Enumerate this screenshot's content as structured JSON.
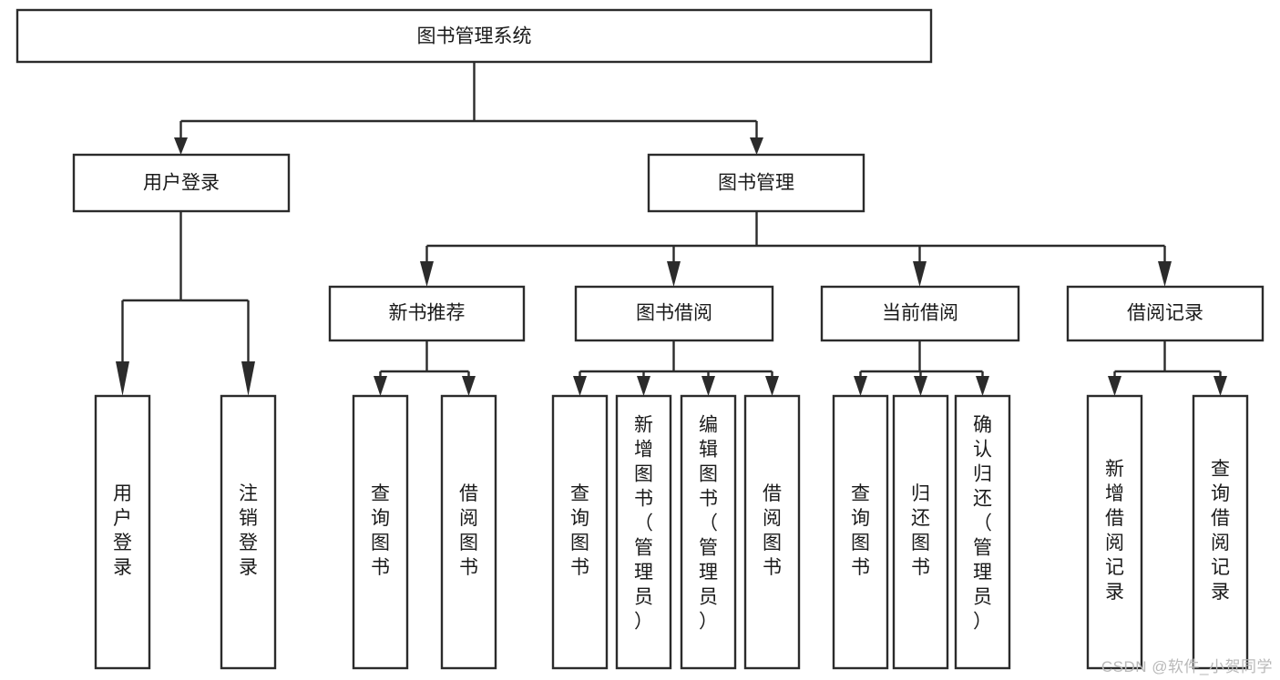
{
  "diagram": {
    "type": "hierarchy-tree",
    "title": "图书管理系统",
    "orientation": "top-down",
    "watermark": "CSDN @软件_小贺同学",
    "colors": {
      "box_stroke": "#2b2b2b",
      "box_fill": "#ffffff",
      "text": "#1a1a1a",
      "connector": "#2b2b2b",
      "watermark": "#b9b9b9",
      "background": "#ffffff"
    },
    "root": {
      "label": "图书管理系统"
    },
    "level2": [
      {
        "label": "用户登录"
      },
      {
        "label": "图书管理"
      }
    ],
    "level3": [
      {
        "label": "新书推荐"
      },
      {
        "label": "图书借阅"
      },
      {
        "label": "当前借阅"
      },
      {
        "label": "借阅记录"
      }
    ],
    "leaves": {
      "user_login": [
        {
          "label": "用户登录"
        },
        {
          "label": "注销登录"
        }
      ],
      "new_book_recommend": [
        {
          "label": "查询图书"
        },
        {
          "label": "借阅图书"
        }
      ],
      "book_borrow": [
        {
          "label": "查询图书"
        },
        {
          "label": "新增图书（管理员）"
        },
        {
          "label": "编辑图书（管理员）"
        },
        {
          "label": "借阅图书"
        }
      ],
      "current_borrow": [
        {
          "label": "查询图书"
        },
        {
          "label": "归还图书"
        },
        {
          "label": "确认归还（管理员）"
        }
      ],
      "borrow_records": [
        {
          "label": "新增借阅记录"
        },
        {
          "label": "查询借阅记录"
        }
      ]
    }
  }
}
